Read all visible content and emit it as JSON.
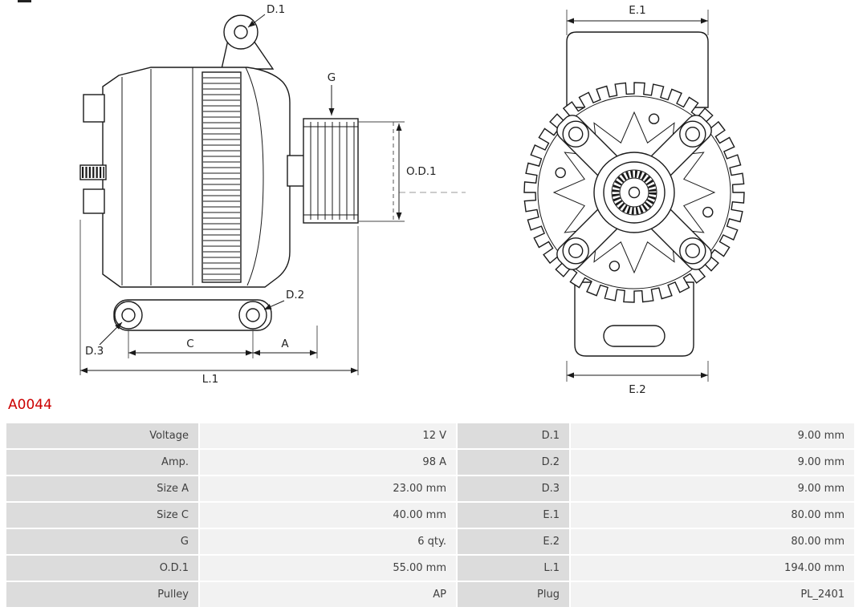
{
  "part_number": "A0044",
  "colors": {
    "part_number_text": "#cc0000",
    "label_cell_bg": "#dcdcdc",
    "value_cell_bg": "#f2f2f2",
    "line_color": "#1a1a1a"
  },
  "diagram": {
    "side_view": {
      "d1": "D.1",
      "g": "G",
      "od1": "O.D.1",
      "d2": "D.2",
      "d3": "D.3",
      "c": "C",
      "a": "A",
      "l1": "L.1"
    },
    "front_view": {
      "e1": "E.1",
      "e2": "E.2"
    }
  },
  "spec_table": {
    "rows": [
      {
        "label1": "Voltage",
        "value1": "12 V",
        "label2": "D.1",
        "value2": "9.00 mm"
      },
      {
        "label1": "Amp.",
        "value1": "98 A",
        "label2": "D.2",
        "value2": "9.00 mm"
      },
      {
        "label1": "Size A",
        "value1": "23.00 mm",
        "label2": "D.3",
        "value2": "9.00 mm"
      },
      {
        "label1": "Size C",
        "value1": "40.00 mm",
        "label2": "E.1",
        "value2": "80.00 mm"
      },
      {
        "label1": "G",
        "value1": "6 qty.",
        "label2": "E.2",
        "value2": "80.00 mm"
      },
      {
        "label1": "O.D.1",
        "value1": "55.00 mm",
        "label2": "L.1",
        "value2": "194.00 mm"
      },
      {
        "label1": "Pulley",
        "value1": "AP",
        "label2": "Plug",
        "value2": "PL_2401"
      }
    ]
  }
}
